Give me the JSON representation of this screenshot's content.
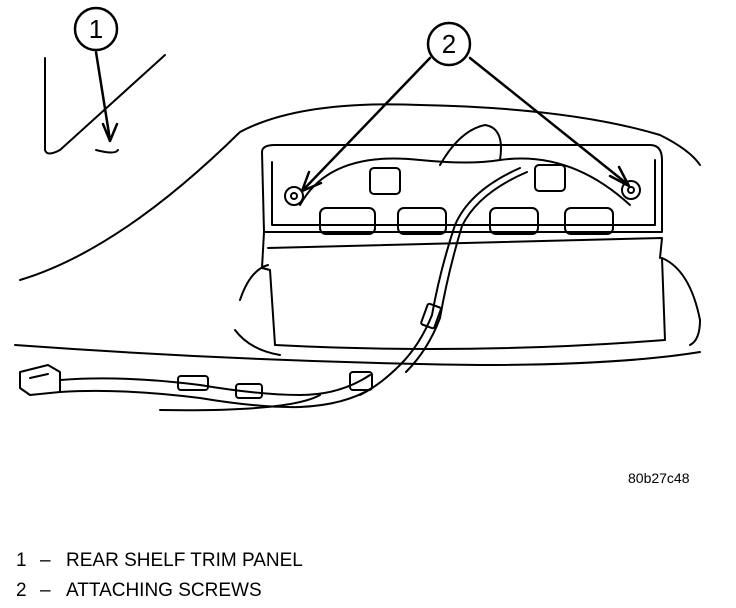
{
  "callouts": [
    {
      "number": "1"
    },
    {
      "number": "2"
    }
  ],
  "reference_code": "80b27c48",
  "legend": [
    {
      "number": "1",
      "separator": "–",
      "label": "REAR SHELF TRIM PANEL"
    },
    {
      "number": "2",
      "separator": "–",
      "label": "ATTACHING SCREWS"
    }
  ]
}
